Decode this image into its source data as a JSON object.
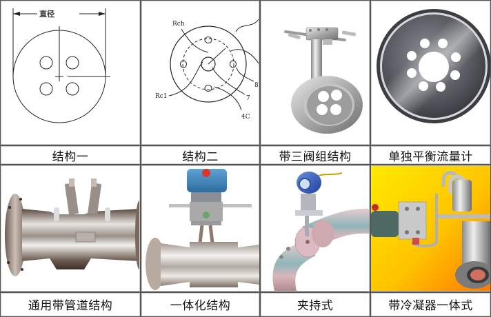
{
  "table": {
    "rows": [
      {
        "items": [
          {
            "label": "结构一",
            "image": "orifice-plate-diagram-four-hole",
            "diagram_text": "直径"
          },
          {
            "label": "结构二",
            "image": "orifice-plate-diagram-annotated",
            "annotations": [
              "Rch",
              "Rc1",
              "8",
              "7",
              "4C"
            ]
          },
          {
            "label": "带三阀组结构",
            "image": "orifice-plate-with-three-valve-manifold"
          },
          {
            "label": "单独平衡流量计",
            "image": "standalone-balanced-flow-plate"
          }
        ]
      },
      {
        "items": [
          {
            "label": "通用带管道结构",
            "image": "flanged-pipe-section-flowmeter"
          },
          {
            "label": "一体化结构",
            "image": "integrated-transmitter-flowmeter"
          },
          {
            "label": "夹持式",
            "image": "wafer-clamp-type-flowmeter"
          },
          {
            "label": "带冷凝器一体式",
            "image": "integrated-with-condenser-flowmeter"
          }
        ]
      }
    ]
  },
  "colors": {
    "grid_line": "#555555",
    "transmitter_blue": "#3a7fb5",
    "condenser_bg_yellow": "#ffe000",
    "condenser_bg_orange": "#ff8a00"
  }
}
